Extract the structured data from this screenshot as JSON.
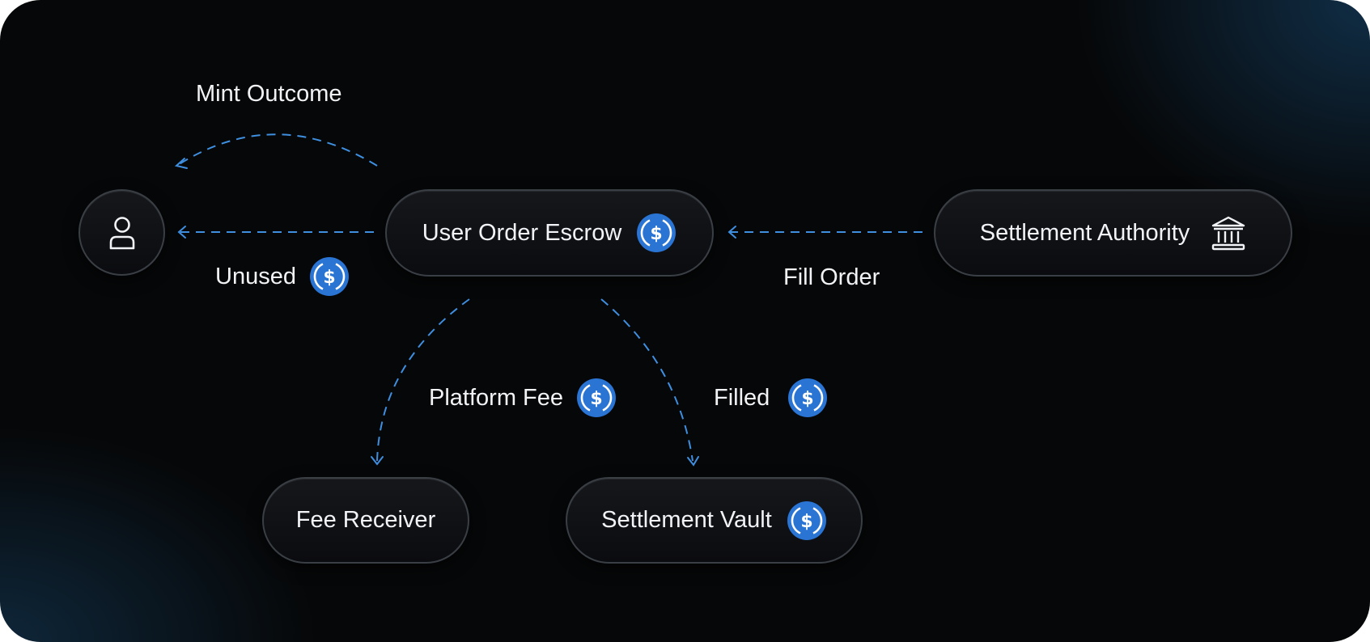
{
  "nodes": {
    "user_order_escrow": "User Order Escrow",
    "settlement_authority": "Settlement Authority",
    "fee_receiver": "Fee Receiver",
    "settlement_vault": "Settlement Vault"
  },
  "edges": {
    "mint_outcome": "Mint Outcome",
    "unused": "Unused",
    "fill_order": "Fill Order",
    "platform_fee": "Platform Fee",
    "filled": "Filled"
  },
  "icons": {
    "user": "user-icon",
    "coin": "dollar-coin-icon",
    "authority": "bank-building-icon"
  },
  "colors": {
    "background": "#060708",
    "arrow": "#3f8fe0",
    "coin": "#2a74d4",
    "text": "#f1f3f6"
  }
}
